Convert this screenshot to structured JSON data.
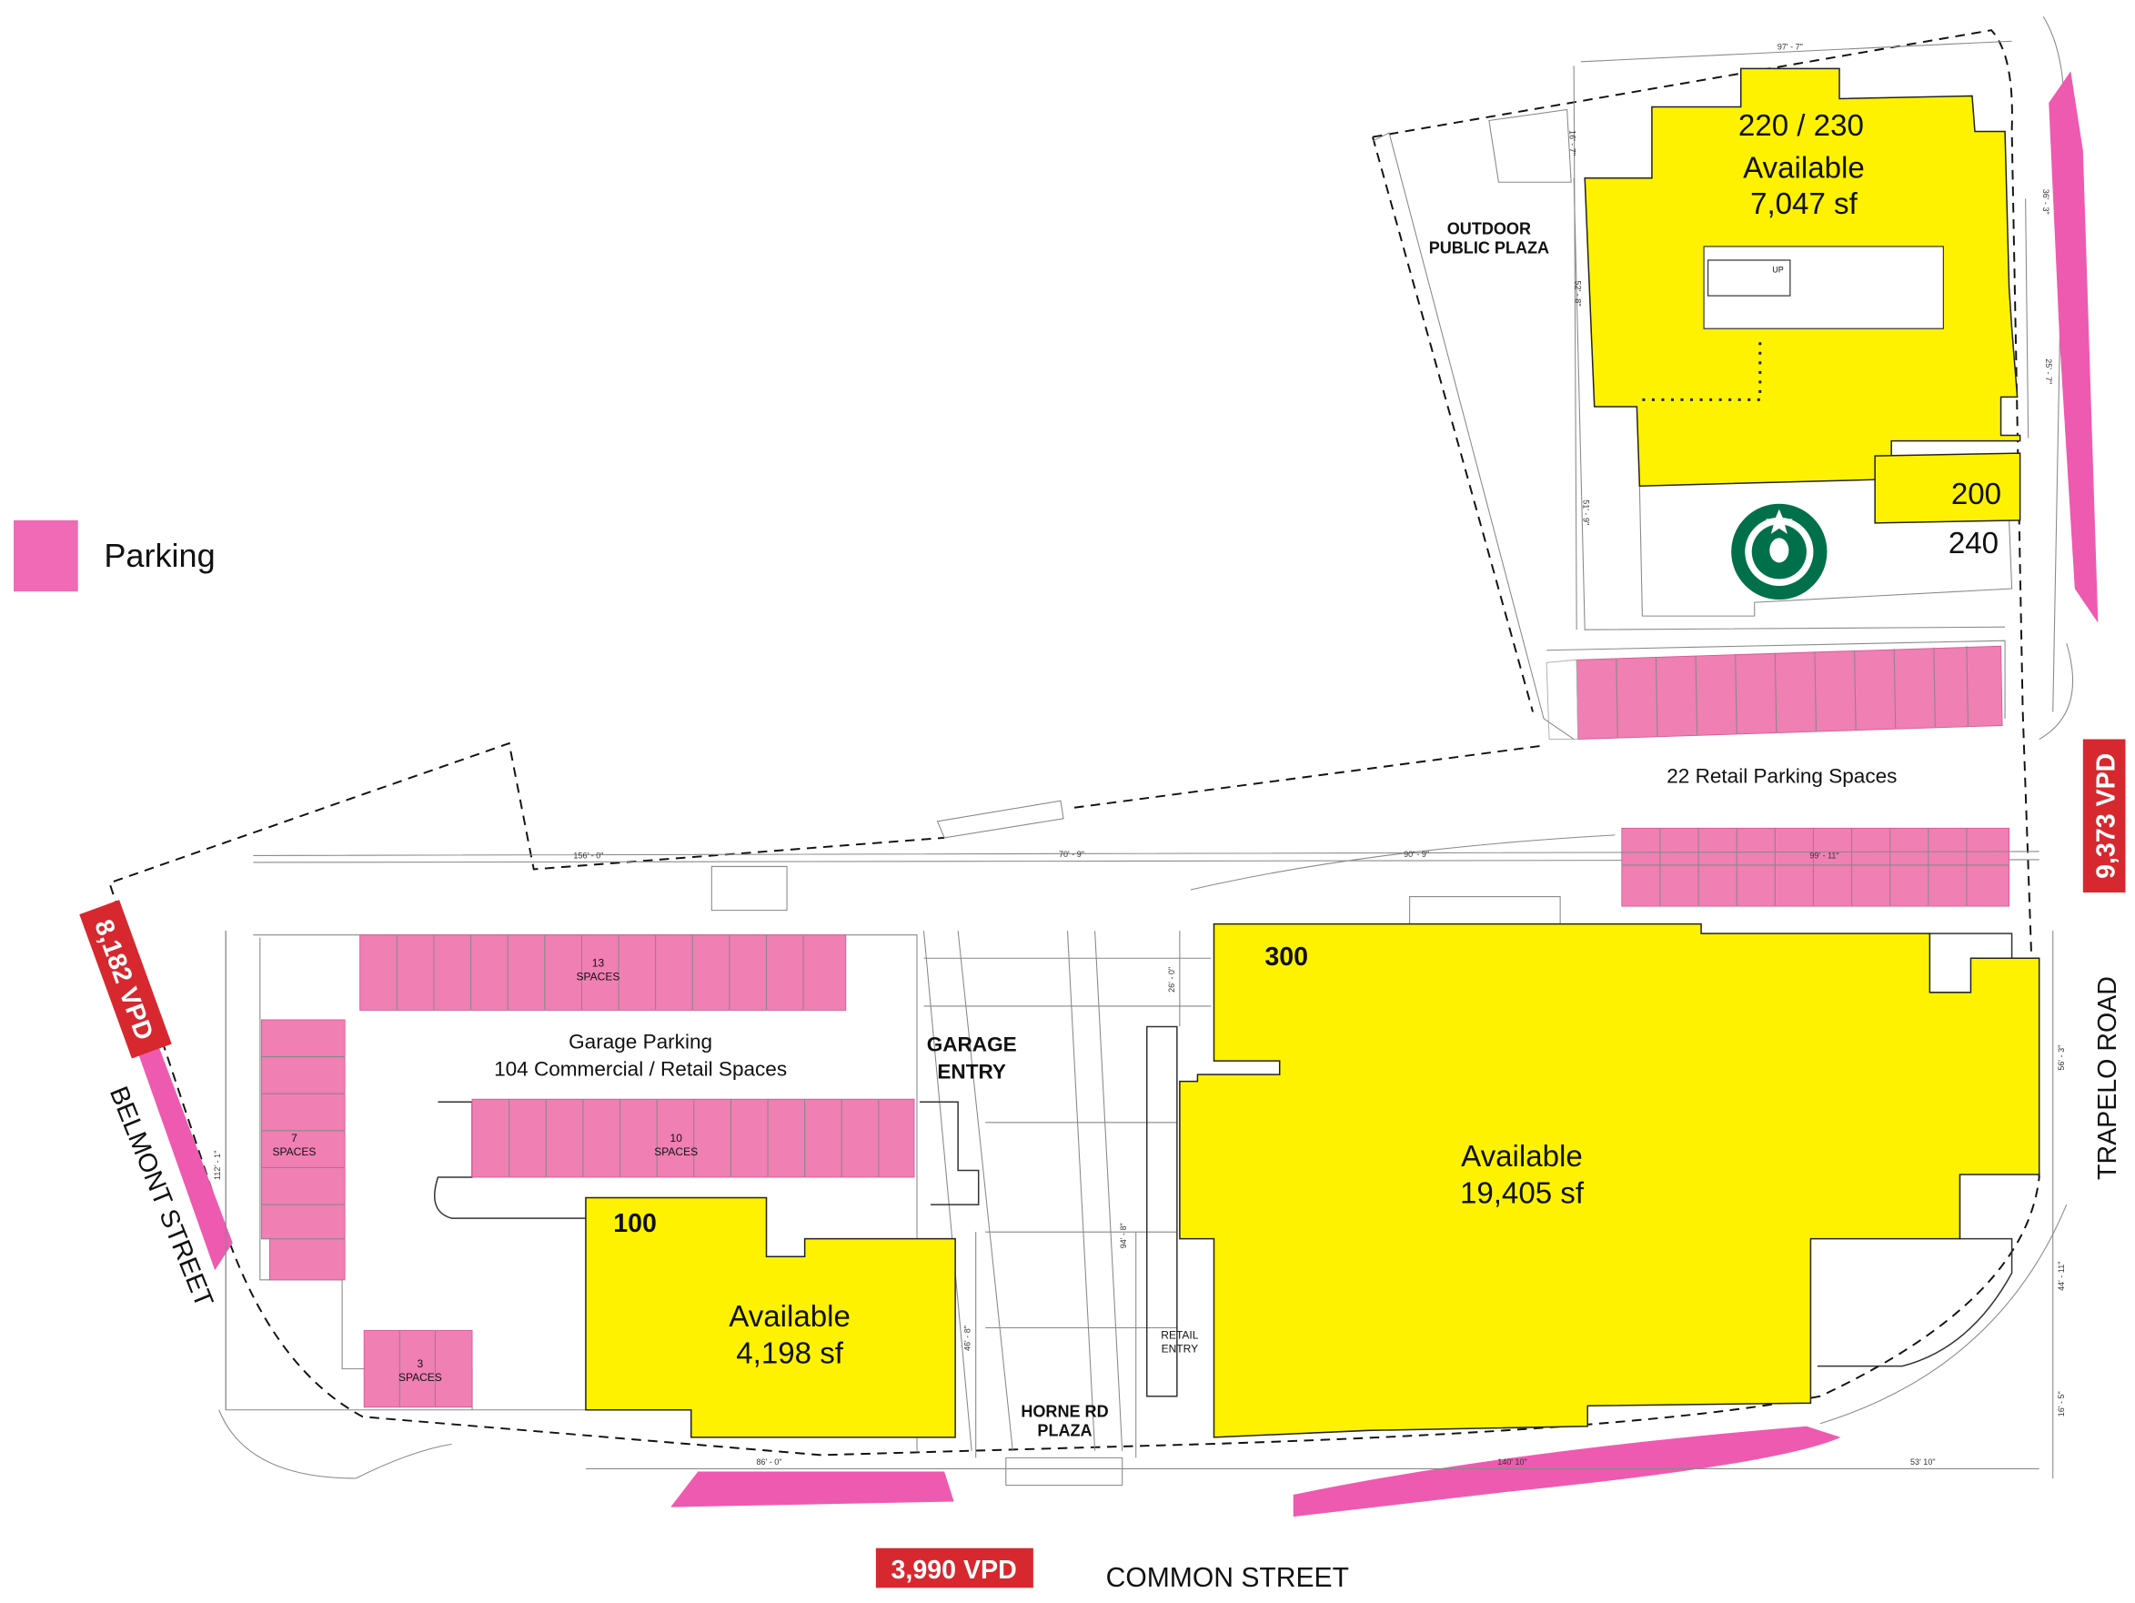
{
  "legend": {
    "label": "Parking",
    "swatch_color": "#f06ab5"
  },
  "colors": {
    "available": "#fff200",
    "parking": "#f07fb3",
    "parking_street": "#ee5ab0",
    "traffic_badge": "#d7282f",
    "starbucks_green": "#00704a"
  },
  "suites": {
    "s220": {
      "number": "220 / 230",
      "status": "Available",
      "area": "7,047 sf"
    },
    "s200": {
      "number": "200"
    },
    "s240": {
      "number": "240",
      "tenant_logo": "starbucks-logo"
    },
    "s300": {
      "number": "300",
      "status": "Available",
      "area": "19,405 sf"
    },
    "s100": {
      "number": "100",
      "status": "Available",
      "area": "4,198 sf"
    }
  },
  "areas": {
    "plaza_line1": "OUTDOOR",
    "plaza_line2": "PUBLIC PLAZA",
    "garage_entry_line1": "GARAGE",
    "garage_entry_line2": "ENTRY",
    "horne_line1": "HORNE RD",
    "horne_line2": "PLAZA",
    "retail_entry_line1": "RETAIL",
    "retail_entry_line2": "ENTRY",
    "garage_parking_line1": "Garage Parking",
    "garage_parking_line2": "104 Commercial / Retail  Spaces",
    "retail_parking": "22 Retail Parking Spaces"
  },
  "parking_counts": {
    "p13": {
      "count": "13",
      "unit": "SPACES"
    },
    "p10": {
      "count": "10",
      "unit": "SPACES"
    },
    "p7": {
      "count": "7",
      "unit": "SPACES"
    },
    "p3": {
      "count": "3",
      "unit": "SPACES"
    }
  },
  "streets": {
    "belmont": "BELMONT STREET",
    "trapelo": "TRAPELO ROAD",
    "common": "COMMON STREET"
  },
  "traffic": {
    "trapelo": "9,373 VPD",
    "belmont": "8,182 VPD",
    "common": "3,990 VPD"
  },
  "dimensions": {
    "d97_7": "97' - 7\"",
    "d16_7": "16' - 7\"",
    "d52_8": "52' - 8\"",
    "d51_9": "51' - 9\"",
    "d36_3": "36' - 3\"",
    "d25_7": "25' - 7\"",
    "d156_0": "156' - 0\"",
    "d70_9": "70' - 9\"",
    "d90_9": "90' - 9\"",
    "d99_11": "99' - 11\"",
    "d26_0": "26' - 0\"",
    "d94_8": "94' - 8\"",
    "d46_8": "46' - 8\"",
    "d112_1": "112' - 1\"",
    "d56_3": "56' - 3\"",
    "d44_11": "44' - 11\"",
    "d16_5": "16' - 5\"",
    "d86_0": "86' - 0\"",
    "d140_10": "140' 10\"",
    "d53_10": "53' 10\""
  },
  "stair_label": "UP"
}
